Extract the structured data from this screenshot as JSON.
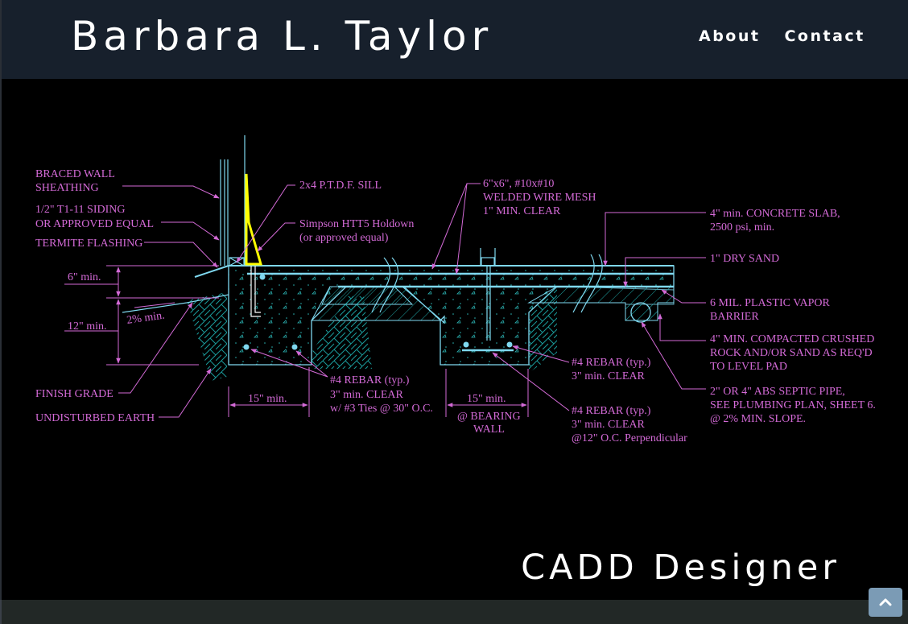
{
  "header": {
    "site_title": "Barbara L. Taylor",
    "nav": [
      {
        "label": "About"
      },
      {
        "label": "Contact"
      }
    ]
  },
  "hero": {
    "caption": "CADD Designer",
    "drawing": {
      "labels": {
        "braced_wall_1": "BRACED WALL",
        "braced_wall_2": "SHEATHING",
        "siding_1": "1/2\" T1-11 SIDING",
        "siding_2": "OR APPROVED EQUAL",
        "termite": "TERMITE FLASHING",
        "six_min": "6\" min.",
        "twelve_min": "12\" min.",
        "two_pct": "2% min.",
        "finish_grade": "FINISH GRADE",
        "undisturbed": "UNDISTURBED EARTH",
        "sill": "2x4 P.T.D.F. SILL",
        "holdown_1": "Simpson HTT5 Holdown",
        "holdown_2": "(or approved equal)",
        "mesh_1": "6\"x6\", #10x#10",
        "mesh_2": "WELDED WIRE MESH",
        "mesh_3": "1\" MIN. CLEAR",
        "slab_1": "4\" min. CONCRETE SLAB,",
        "slab_2": "2500 psi, min.",
        "sand": "1\" DRY SAND",
        "vapor_1": "6 MIL. PLASTIC VAPOR",
        "vapor_2": "BARRIER",
        "rock_1": "4\" MIN. COMPACTED CRUSHED",
        "rock_2": "ROCK AND/OR SAND AS REQ'D",
        "rock_3": "TO LEVEL PAD",
        "pipe_1": "2\" OR 4\" ABS SEPTIC PIPE,",
        "pipe_2": "SEE PLUMBING PLAN, SHEET 6.",
        "pipe_3": "@ 2% MIN. SLOPE.",
        "rebar_a_1": "#4 REBAR (typ.)",
        "rebar_a_2": "3\" min. CLEAR",
        "rebar_a_3": "w/ #3 Ties @ 30\" O.C.",
        "rebar_b_1": "#4 REBAR (typ.)",
        "rebar_b_2": "3\" min. CLEAR",
        "rebar_c_1": "#4 REBAR (typ.)",
        "rebar_c_2": "3\" min. CLEAR",
        "rebar_c_3": "@12\" O.C. Perpendicular",
        "dim_left": "15\" min.",
        "dim_right": "15\" min.",
        "bearing_1": "@ BEARING",
        "bearing_2": "WALL"
      }
    }
  },
  "scroll_top": {
    "icon": "chevron-up-icon"
  },
  "colors": {
    "header_bg": "#17202c",
    "drawing_label": "#d36ad6",
    "drawing_line": "#7fd8ef",
    "holdown": "#ffff00",
    "scroll_button": "#7b9bb5"
  }
}
